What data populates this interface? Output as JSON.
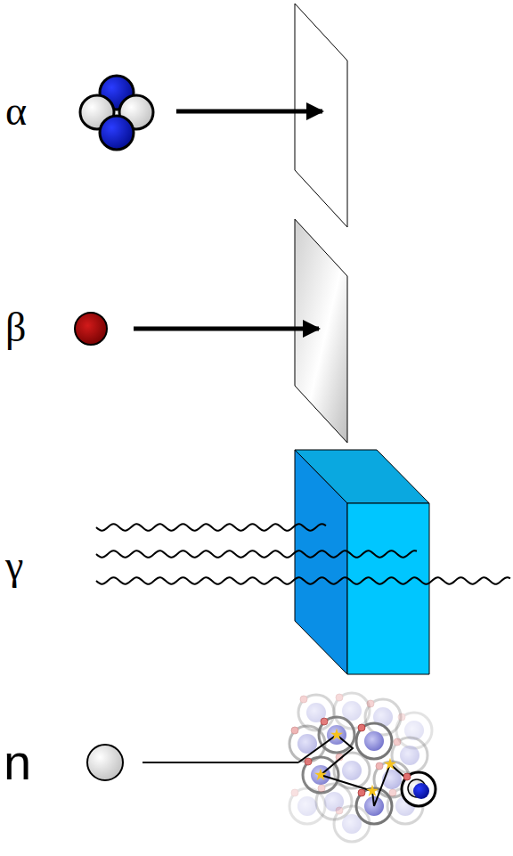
{
  "diagram": {
    "labels": [
      "α",
      "β",
      "γ",
      "n"
    ]
  }
}
